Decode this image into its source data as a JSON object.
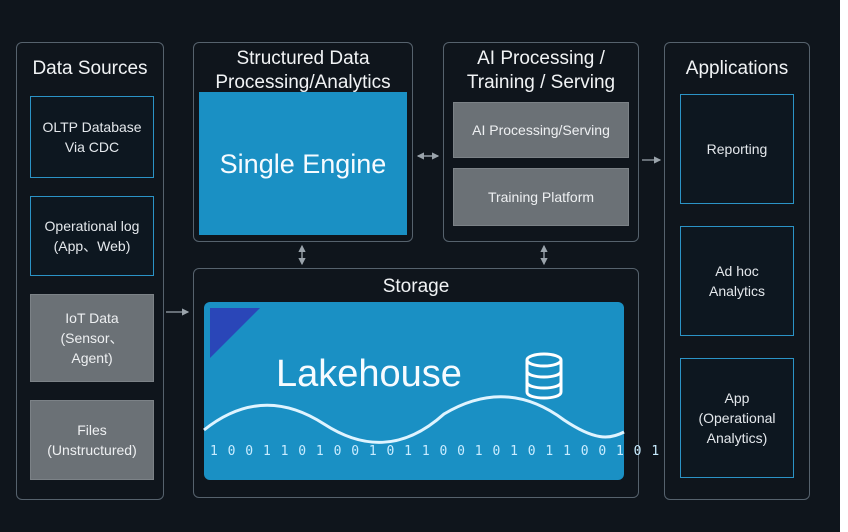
{
  "colors": {
    "background": "#0f151c",
    "panel_border": "#56626d",
    "accent_blue": "#1a90c4",
    "outline_blue": "#2b93c6",
    "gray_box": "#6b7176",
    "text": "#f1f3f5"
  },
  "data_sources": {
    "title": "Data Sources",
    "items": [
      "OLTP Database\nVia CDC",
      "Operational log\n(App、Web)",
      "IoT Data\n(Sensor、\nAgent)",
      "Files\n(Unstructured)"
    ]
  },
  "structured": {
    "title": "Structured Data\nProcessing/Analytics",
    "engine_label": "Single Engine"
  },
  "ai": {
    "title": "AI Processing /\nTraining / Serving",
    "items": [
      "AI Processing/Serving",
      "Training Platform"
    ]
  },
  "storage": {
    "title": "Storage",
    "lakehouse_label": "Lakehouse",
    "icon": "database-icon",
    "binary_digits": "1 0 0 1 1 0 1 0 0 1 0 1 1 0 0 1 0 1 0 1 1 0 0 1 0 1 0 0 1 1 0 1"
  },
  "applications": {
    "title": "Applications",
    "items": [
      "Reporting",
      "Ad hoc\nAnalytics",
      "App\n(Operational\nAnalytics)"
    ]
  }
}
